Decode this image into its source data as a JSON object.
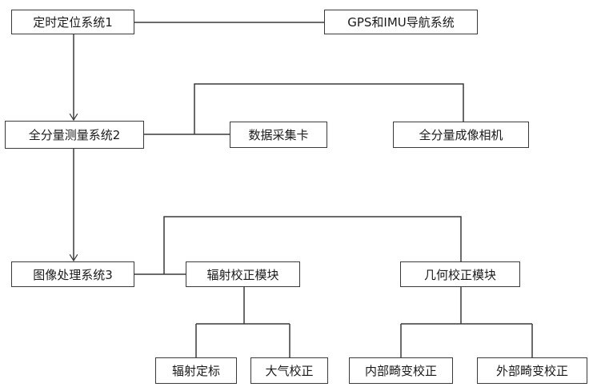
{
  "nodes": {
    "timing": "定时定位系统1",
    "gps_imu": "GPS和IMU导航系统",
    "measure": "全分量测量系统2",
    "daq": "数据采集卡",
    "camera": "全分量成像相机",
    "imgproc": "图像处理系统3",
    "radiometric": "辐射校正模块",
    "geometric": "几何校正模块",
    "rad_cal": "辐射定标",
    "atmos": "大气校正",
    "internal": "内部畸变校正",
    "external": "外部畸变校正"
  },
  "colors": {
    "line": "#3a3a3a",
    "border": "#3a3a3a"
  }
}
